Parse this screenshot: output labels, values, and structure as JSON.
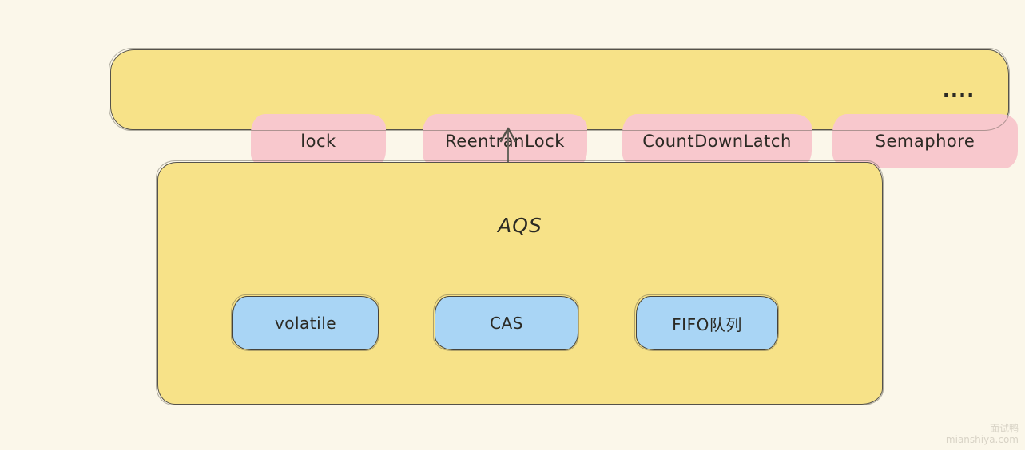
{
  "diagram": {
    "top_group": {
      "items": [
        {
          "label": "lock"
        },
        {
          "label": "ReentranLock"
        },
        {
          "label": "CountDownLatch"
        },
        {
          "label": "Semaphore"
        }
      ],
      "ellipsis": "...."
    },
    "aqs": {
      "title": "AQS",
      "children": [
        {
          "label": "volatile"
        },
        {
          "label": "CAS"
        },
        {
          "label": "FIFO队列"
        }
      ]
    },
    "colors": {
      "background": "#fbf7ea",
      "yellow_fill": "#f7e288",
      "pink_fill": "#f8c8cd",
      "blue_fill": "#a9d5f5",
      "stroke": "#55524a",
      "text": "#2b2a24"
    }
  },
  "watermark": {
    "brand": "面试鸭",
    "domain": "mianshiya.com"
  }
}
